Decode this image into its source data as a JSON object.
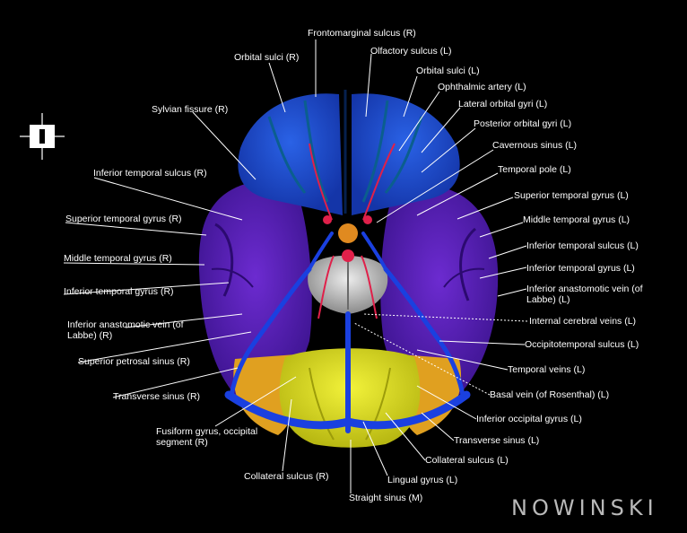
{
  "labels": {
    "frontomarginal_sulcus_r": "Frontomarginal sulcus (R)",
    "orbital_sulci_r": "Orbital sulci (R)",
    "olfactory_sulcus_l": "Olfactory sulcus (L)",
    "orbital_sulci_l": "Orbital sulci (L)",
    "ophthalmic_artery_l": "Ophthalmic artery (L)",
    "sylvian_fissure_r": "Sylvian fissure (R)",
    "lateral_orbital_gyri_l": "Lateral orbital gyri (L)",
    "posterior_orbital_gyri_l": "Posterior orbital gyri (L)",
    "cavernous_sinus_l": "Cavernous sinus (L)",
    "inferior_temporal_sulcus_r": "Inferior temporal sulcus (R)",
    "temporal_pole_l": "Temporal pole (L)",
    "superior_temporal_gyrus_l": "Superior temporal gyrus (L)",
    "superior_temporal_gyrus_r": "Superior temporal gyrus (R)",
    "middle_temporal_gyrus_l": "Middle temporal gyrus (L)",
    "inferior_temporal_sulcus_l": "Inferior temporal sulcus (L)",
    "middle_temporal_gyrus_r": "Middle temporal gyrus (R)",
    "inferior_temporal_gyrus_l": "Inferior temporal gyrus (L)",
    "inferior_anastomotic_vein_l": "Inferior anastomotic vein (of Labbe) (L)",
    "inferior_temporal_gyrus_r": "Inferior temporal gyrus (R)",
    "inferior_anastomotic_vein_r": "Inferior anastomotic vein (of Labbe) (R)",
    "internal_cerebral_veins_l": "Internal cerebral veins (L)",
    "occipitotemporal_sulcus_l": "Occipitotemporal sulcus (L)",
    "superior_petrosal_sinus_r": "Superior petrosal sinus (R)",
    "temporal_veins_l": "Temporal veins (L)",
    "transverse_sinus_r": "Transverse sinus (R)",
    "basal_vein_l": "Basal vein (of Rosenthal) (L)",
    "inferior_occipital_gyrus_l": "Inferior occipital gyrus (L)",
    "fusiform_gyrus_r": "Fusiform gyrus, occipital segment (R)",
    "transverse_sinus_l": "Transverse sinus (L)",
    "collateral_sulcus_l": "Collateral sulcus (L)",
    "collateral_sulcus_r": "Collateral sulcus (R)",
    "lingual_gyrus_l": "Lingual gyrus (L)",
    "straight_sinus_m": "Straight sinus (M)"
  },
  "brand": {
    "text": "NOWINSKI",
    "color": "#b9b9b9"
  },
  "orientation_marker": {
    "icon": "orientation-cross-icon"
  },
  "colors": {
    "background": "#000000",
    "frontal_lobe": "#1f4fcf",
    "frontal_sulci": "#0e5f9c",
    "temporal_lobe": "#5b1fb5",
    "occipital_orange": "#e0a020",
    "occipital_yellow": "#dcdc20",
    "veins": "#1a40e0",
    "arteries": "#e0204a",
    "brainstem": "#c8c8c8"
  }
}
